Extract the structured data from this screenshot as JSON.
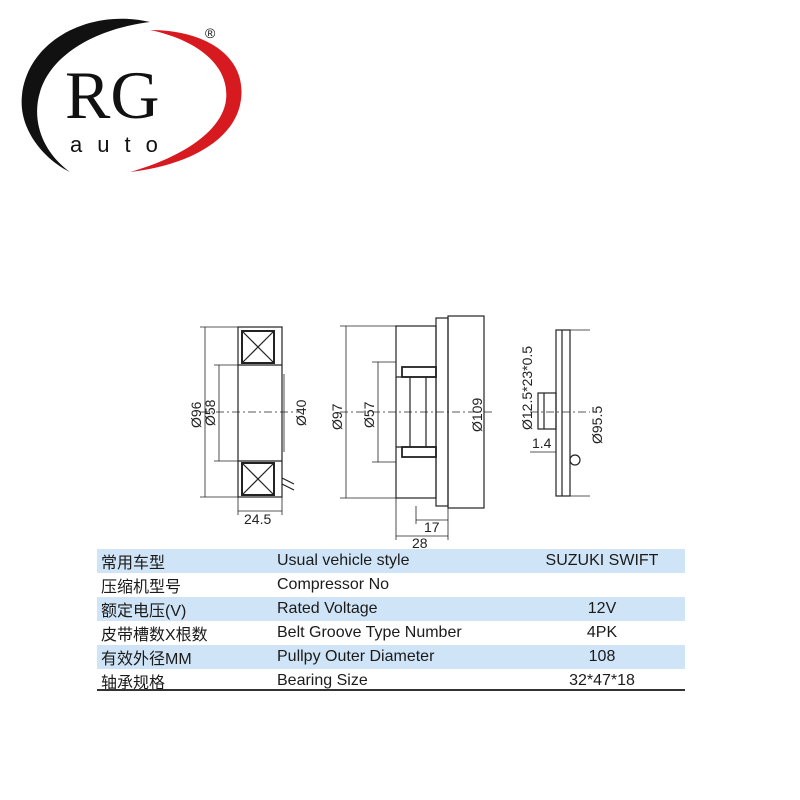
{
  "logo": {
    "letters": "RG",
    "subtext": "auto",
    "registered": "®",
    "colors": {
      "swoosh_black": "#111111",
      "swoosh_red": "#d71920"
    }
  },
  "drawings": {
    "view1": {
      "dims": [
        "Ø96",
        "Ø58",
        "Ø40",
        "24.5"
      ]
    },
    "view2": {
      "dims": [
        "Ø97",
        "Ø57",
        "Ø109",
        "17",
        "28"
      ]
    },
    "view3": {
      "dims": [
        "Ø12.5*23*0.5",
        "Ø95.5",
        "1.4"
      ]
    }
  },
  "specs": [
    {
      "cn": "常用车型",
      "en": "Usual vehicle style",
      "value": "SUZUKI SWIFT"
    },
    {
      "cn": "压缩机型号",
      "en": "Compressor No",
      "value": ""
    },
    {
      "cn": "额定电压(V)",
      "en": "Rated Voltage",
      "value": "12V"
    },
    {
      "cn": "皮带槽数X根数",
      "en": "Belt Groove Type Number",
      "value": "4PK"
    },
    {
      "cn": "有效外径MM",
      "en": "Pullpy Outer Diameter",
      "value": "108"
    },
    {
      "cn": "轴承规格",
      "en": "Bearing Size",
      "value": "32*47*18"
    }
  ],
  "colors": {
    "row_highlight": "#cfe4f6",
    "line": "#333333"
  }
}
